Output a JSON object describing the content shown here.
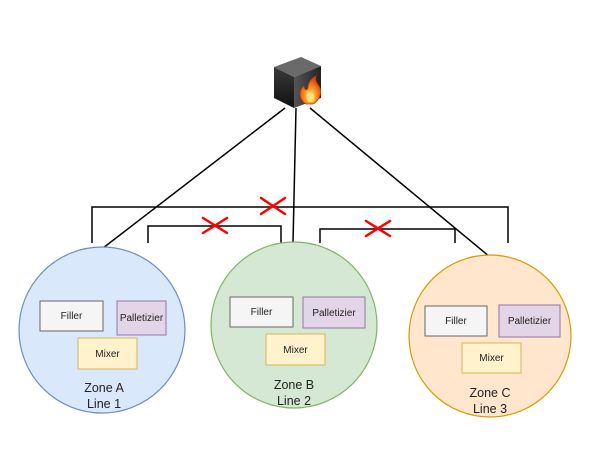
{
  "firewall": {
    "icon": "firewall-icon"
  },
  "zones": [
    {
      "id": "a",
      "name": "Zone A",
      "line": "Line 1",
      "fill": "#dae8fc",
      "stroke": "#6c8ebf",
      "devices": {
        "filler": "Filler",
        "palletizer": "Palletizier",
        "mixer": "Mixer"
      }
    },
    {
      "id": "b",
      "name": "Zone B",
      "line": "Line 2",
      "fill": "#d5e8d4",
      "stroke": "#82b366",
      "devices": {
        "filler": "Filler",
        "palletizer": "Palletizier",
        "mixer": "Mixer"
      }
    },
    {
      "id": "c",
      "name": "Zone C",
      "line": "Line 3",
      "fill": "#ffe6cc",
      "stroke": "#d79b00",
      "devices": {
        "filler": "Filler",
        "palletizer": "Palletizier",
        "mixer": "Mixer"
      }
    }
  ],
  "device_colors": {
    "filler": {
      "fill": "#f5f5f5",
      "stroke": "#666666"
    },
    "palletizer": {
      "fill": "#e1d5e7",
      "stroke": "#9673a6"
    },
    "mixer": {
      "fill": "#fff2cc",
      "stroke": "#d6b656"
    }
  },
  "blocked_marker_color": "#ff0000"
}
